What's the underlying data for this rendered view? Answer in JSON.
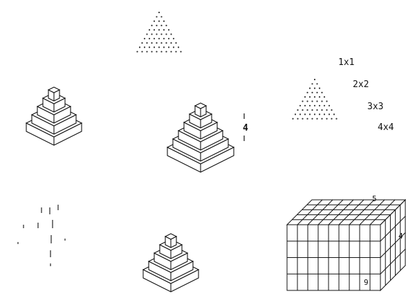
{
  "labels": {
    "l1": "1x1",
    "l2": "2x2",
    "l3": "3x3",
    "l4": "4x4",
    "mid": "4",
    "box_top": "5",
    "box_right": "4",
    "box_front": "9"
  }
}
